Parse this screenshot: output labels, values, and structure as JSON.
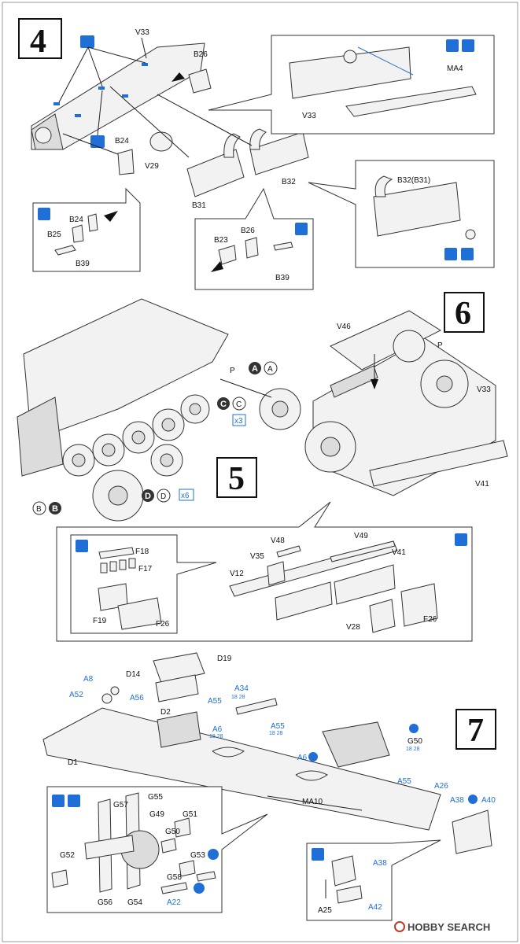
{
  "steps": {
    "s4": "4",
    "s5": "5",
    "s6": "6",
    "s7": "7"
  },
  "step4": {
    "labels": {
      "V33": "V33",
      "B26": "B26",
      "B24": "B24",
      "V29": "V29",
      "B31": "B31",
      "B32": "B32",
      "MA4": "MA4",
      "V33b": "V33",
      "B24c": "B24",
      "B25": "B25",
      "B39": "B39",
      "B23": "B23",
      "B26c": "B26",
      "B39c": "B39",
      "B32B31": "B32(B31)"
    }
  },
  "step5": {
    "labels": {
      "P": "P",
      "A": "A",
      "C": "C",
      "D": "D",
      "B": "B",
      "x3": "x3",
      "x6": "x6",
      "F18": "F18",
      "F17": "F17",
      "F19": "F19",
      "F26": "F26",
      "V48": "V48",
      "V49": "V49",
      "V35": "V35",
      "V12": "V12",
      "V41": "V41",
      "V28": "V28",
      "F26b": "F26"
    }
  },
  "step6": {
    "labels": {
      "V46": "V46",
      "P": "P",
      "V33": "V33",
      "V41": "V41"
    }
  },
  "step7": {
    "labels": {
      "D19": "D19",
      "D14": "D14",
      "A8": "A8",
      "A52": "A52",
      "A56": "A56",
      "A55": "A55",
      "A34": "A34",
      "D2": "D2",
      "A6": "A6",
      "A55b": "A55",
      "A6b": "A6",
      "G50": "G50",
      "A55c": "A55",
      "D1": "D1",
      "MA10": "MA10",
      "A26": "A26",
      "A38": "A38",
      "A40": "A40",
      "G55": "G55",
      "G57": "G57",
      "G49": "G49",
      "G51": "G51",
      "G50b": "G50",
      "G52": "G52",
      "G53": "G53",
      "G58": "G58",
      "G56": "G56",
      "G54": "G54",
      "A22": "A22",
      "A38b": "A38",
      "A25": "A25",
      "A42": "A42",
      "h18_28a": "18 28",
      "h18_28b": "18 28",
      "h18_28c": "18 28",
      "h18_28d": "18 28"
    }
  },
  "watermark": "HOBBY SEARCH",
  "colors": {
    "accent_blue": "#1f6fd6",
    "line": "#222222",
    "part_fill": "#f2f2f2"
  }
}
